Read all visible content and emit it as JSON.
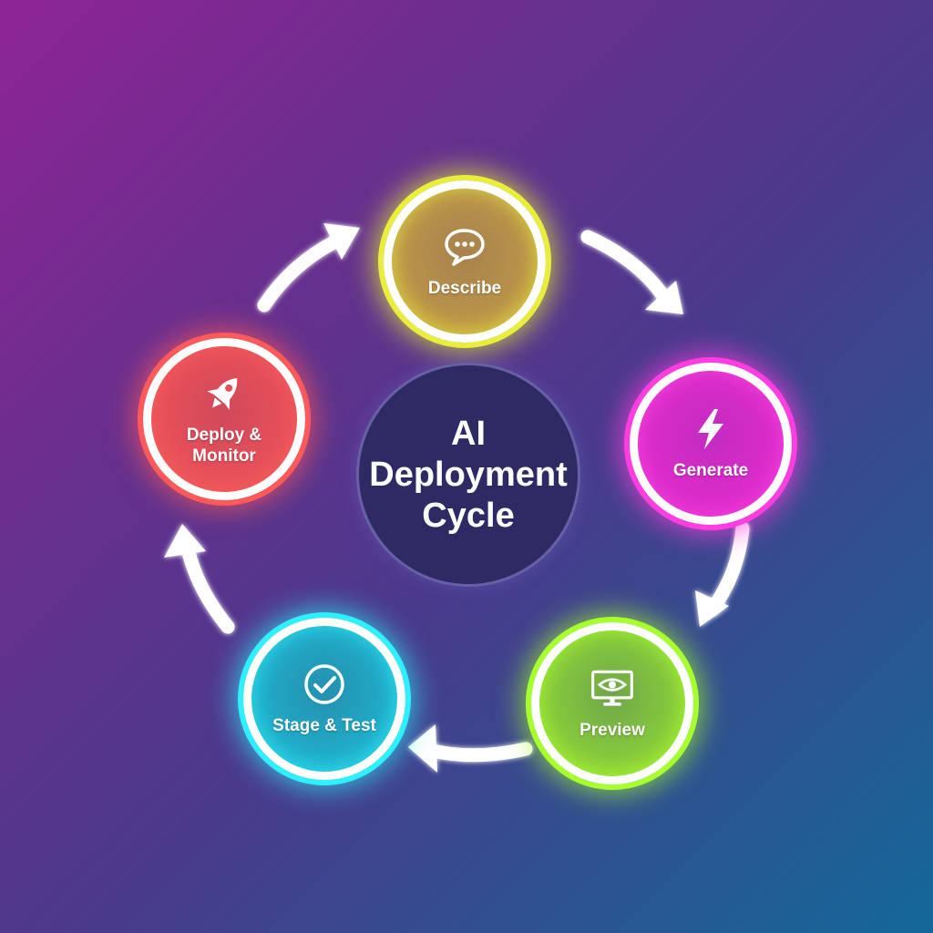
{
  "diagram": {
    "center_title": "AI Deployment Cycle",
    "steps": [
      {
        "label": "Describe",
        "icon": "chat-bubble-icon",
        "color": "#e8ee3a"
      },
      {
        "label": "Generate",
        "icon": "lightning-bolt-icon",
        "color": "#ff3de0"
      },
      {
        "label": "Preview",
        "icon": "monitor-eye-icon",
        "color": "#a8ff2e"
      },
      {
        "label": "Stage & Test",
        "icon": "check-circle-icon",
        "color": "#2ef0ff"
      },
      {
        "label": "Deploy & Monitor",
        "icon": "rocket-icon",
        "color": "#ff5a5a"
      }
    ],
    "arrow_color": "#ffffff"
  }
}
